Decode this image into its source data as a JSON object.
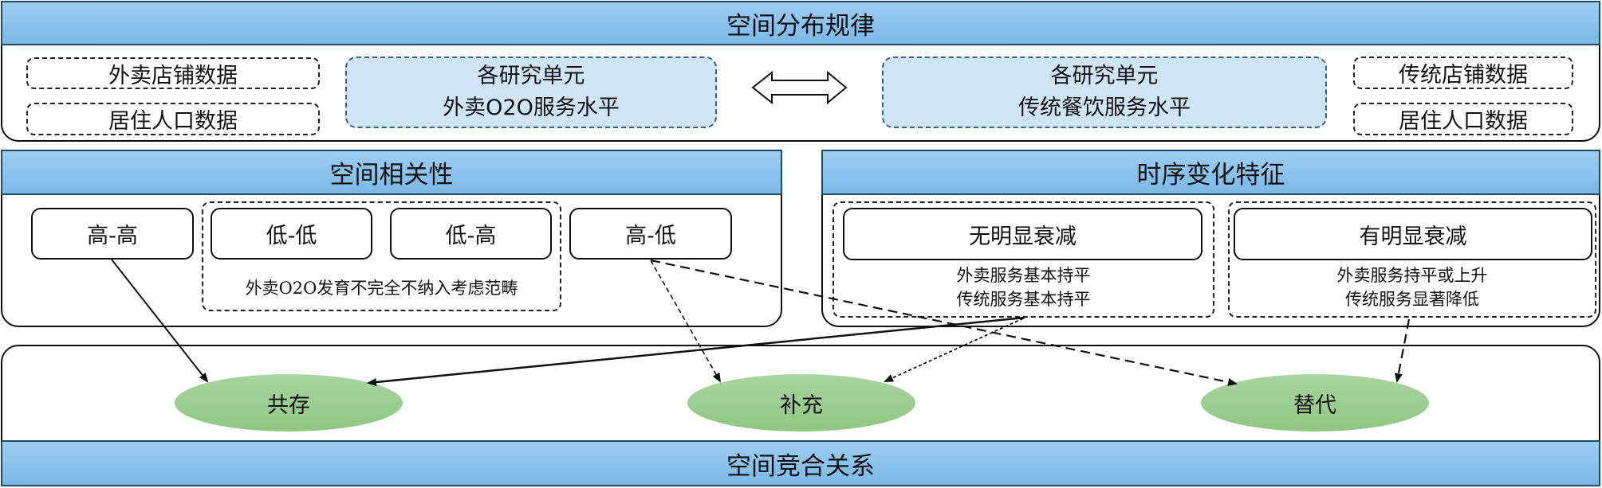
{
  "sections": {
    "distribution": {
      "title": "空间分布规律",
      "left_inputs": [
        "外卖店铺数据",
        "居住人口数据"
      ],
      "left_unit": [
        "各研究单元",
        "外卖O2O服务水平"
      ],
      "right_unit": [
        "各研究单元",
        "传统餐饮服务水平"
      ],
      "right_inputs": [
        "传统店铺数据",
        "居住人口数据"
      ]
    },
    "correlation": {
      "title": "空间相关性",
      "categories": [
        "高-高",
        "低-低",
        "低-高",
        "高-低"
      ],
      "excluded_note": "外卖O2O发育不完全不纳入考虑范畴"
    },
    "temporal": {
      "title": "时序变化特征",
      "groups": [
        {
          "label": "无明显衰减",
          "notes": [
            "外卖服务基本持平",
            "传统服务基本持平"
          ]
        },
        {
          "label": "有明显衰减",
          "notes": [
            "外卖服务持平或上升",
            "传统服务显著降低"
          ]
        }
      ]
    },
    "competition": {
      "title": "空间竞合关系",
      "outcomes": [
        "共存",
        "补充",
        "替代"
      ]
    }
  },
  "relations": [
    {
      "from": "高-高",
      "to": "共存",
      "style": "solid"
    },
    {
      "from": "无明显衰减",
      "to": "共存",
      "style": "solid"
    },
    {
      "from": "高-低",
      "to": "补充",
      "style": "dashed-fine"
    },
    {
      "from": "无明显衰减",
      "to": "补充",
      "style": "dashed-fine"
    },
    {
      "from": "高-低",
      "to": "替代",
      "style": "dashed"
    },
    {
      "from": "有明显衰减",
      "to": "替代",
      "style": "dashed"
    }
  ],
  "colors": {
    "header_fill": "#8fc4ee",
    "header_border": "#1f4a66",
    "unit_fill": "#cfe5f7",
    "ellipse_fill": "#9ccd90"
  }
}
